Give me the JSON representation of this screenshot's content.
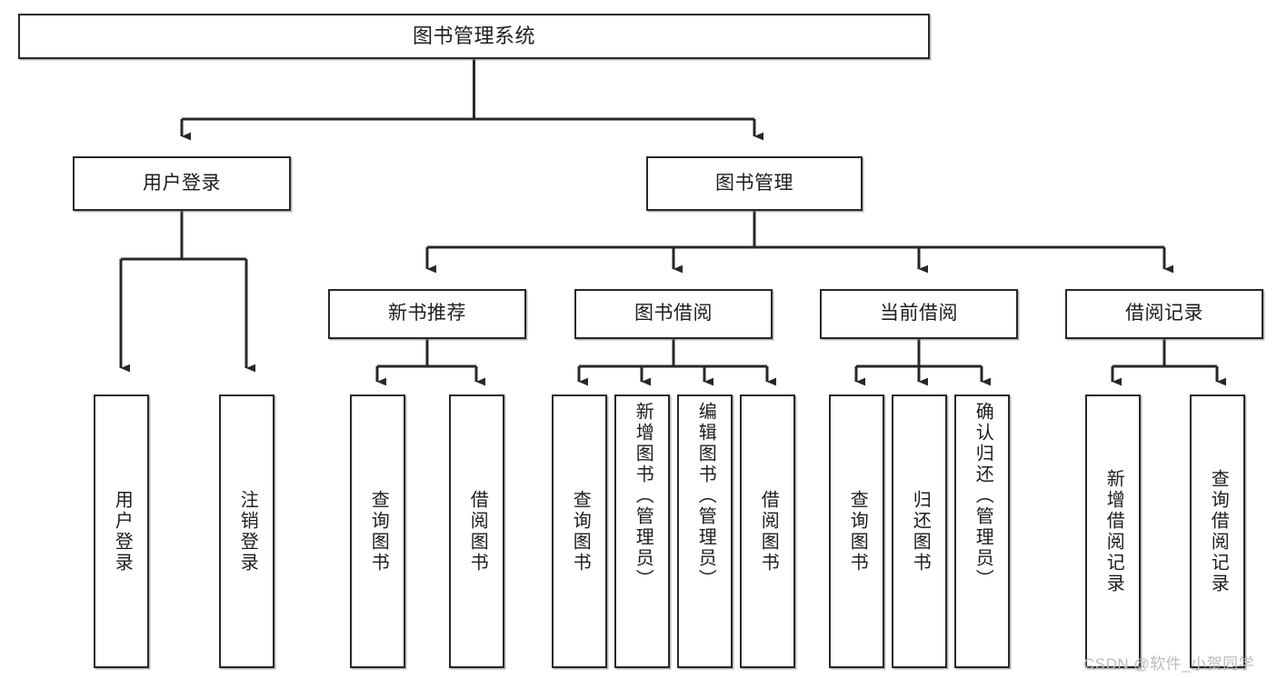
{
  "diagram": {
    "title": "图书管理系统",
    "type": "tree-hierarchy",
    "watermark": "CSDN @软件_小贺同学",
    "colors": {
      "node_border": "#26282b",
      "node_fill": "#ffffff",
      "edge": "#26282b",
      "text": "#1b1d20",
      "watermark": "#b9bcc0",
      "background": "#ffffff"
    },
    "root": {
      "label": "图书管理系统"
    },
    "level2": [
      {
        "label": "用户登录"
      },
      {
        "label": "图书管理"
      }
    ],
    "level3": [
      {
        "label": "新书推荐"
      },
      {
        "label": "图书借阅"
      },
      {
        "label": "当前借阅"
      },
      {
        "label": "借阅记录"
      }
    ],
    "leaves": {
      "user_login": [
        {
          "label": "用户登录"
        },
        {
          "label": "注销登录"
        }
      ],
      "new_book_recommend": [
        {
          "label": "查询图书"
        },
        {
          "label": "借阅图书"
        }
      ],
      "book_borrow": [
        {
          "label": "查询图书"
        },
        {
          "label": "新增图书（管理员）"
        },
        {
          "label": "编辑图书（管理员）"
        },
        {
          "label": "借阅图书"
        }
      ],
      "current_borrow": [
        {
          "label": "查询图书"
        },
        {
          "label": "归还图书"
        },
        {
          "label": "确认归还（管理员）"
        }
      ],
      "borrow_record": [
        {
          "label": "新增借阅记录"
        },
        {
          "label": "查询借阅记录"
        }
      ]
    }
  }
}
